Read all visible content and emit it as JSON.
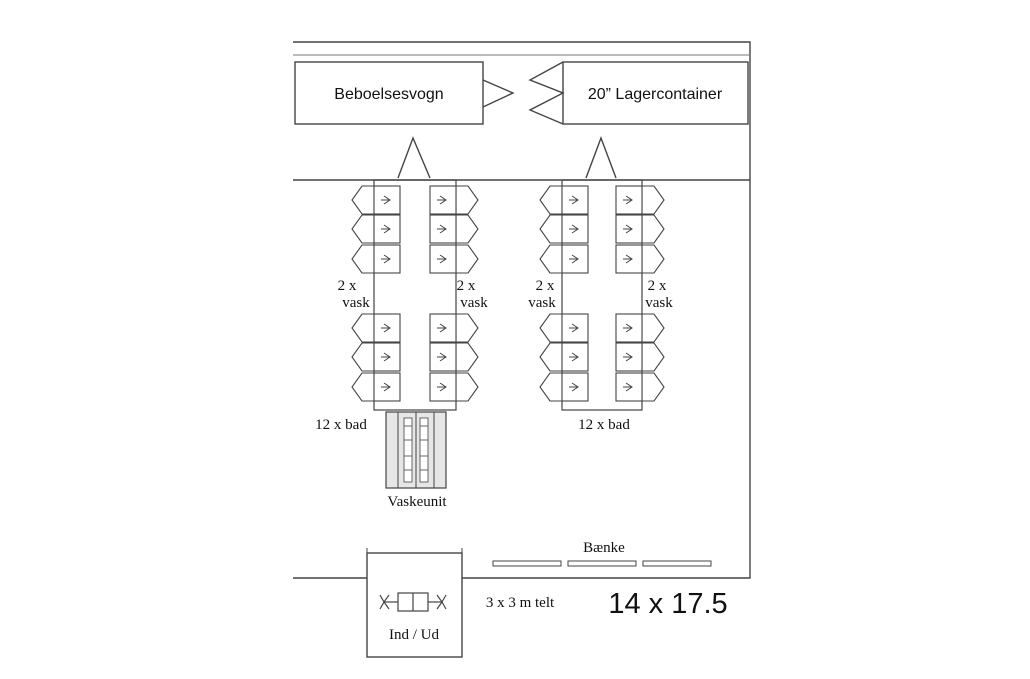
{
  "labels": {
    "trailer": "Beboelsesvogn",
    "container": "20” Lagercontainer",
    "sink_left_a": "2 x",
    "sink_left_b": "vask",
    "sink_right_a": "2 x",
    "sink_right_b": "vask",
    "sink2_left_a": "2 x",
    "sink2_left_b": "vask",
    "sink2_right_a": "2 x",
    "sink2_right_b": "vask",
    "bath_left": "12 x bad",
    "bath_right": "12 x bad",
    "wash_unit": "Vaskeunit",
    "benches": "Bænke",
    "tent": "3 x 3 m telt",
    "entrance": "Ind / Ud",
    "dimensions": "14 x 17.5"
  },
  "colors": {
    "line": "#444444",
    "fill": "#ffffff",
    "unit_fill": "#e6e6e6"
  }
}
